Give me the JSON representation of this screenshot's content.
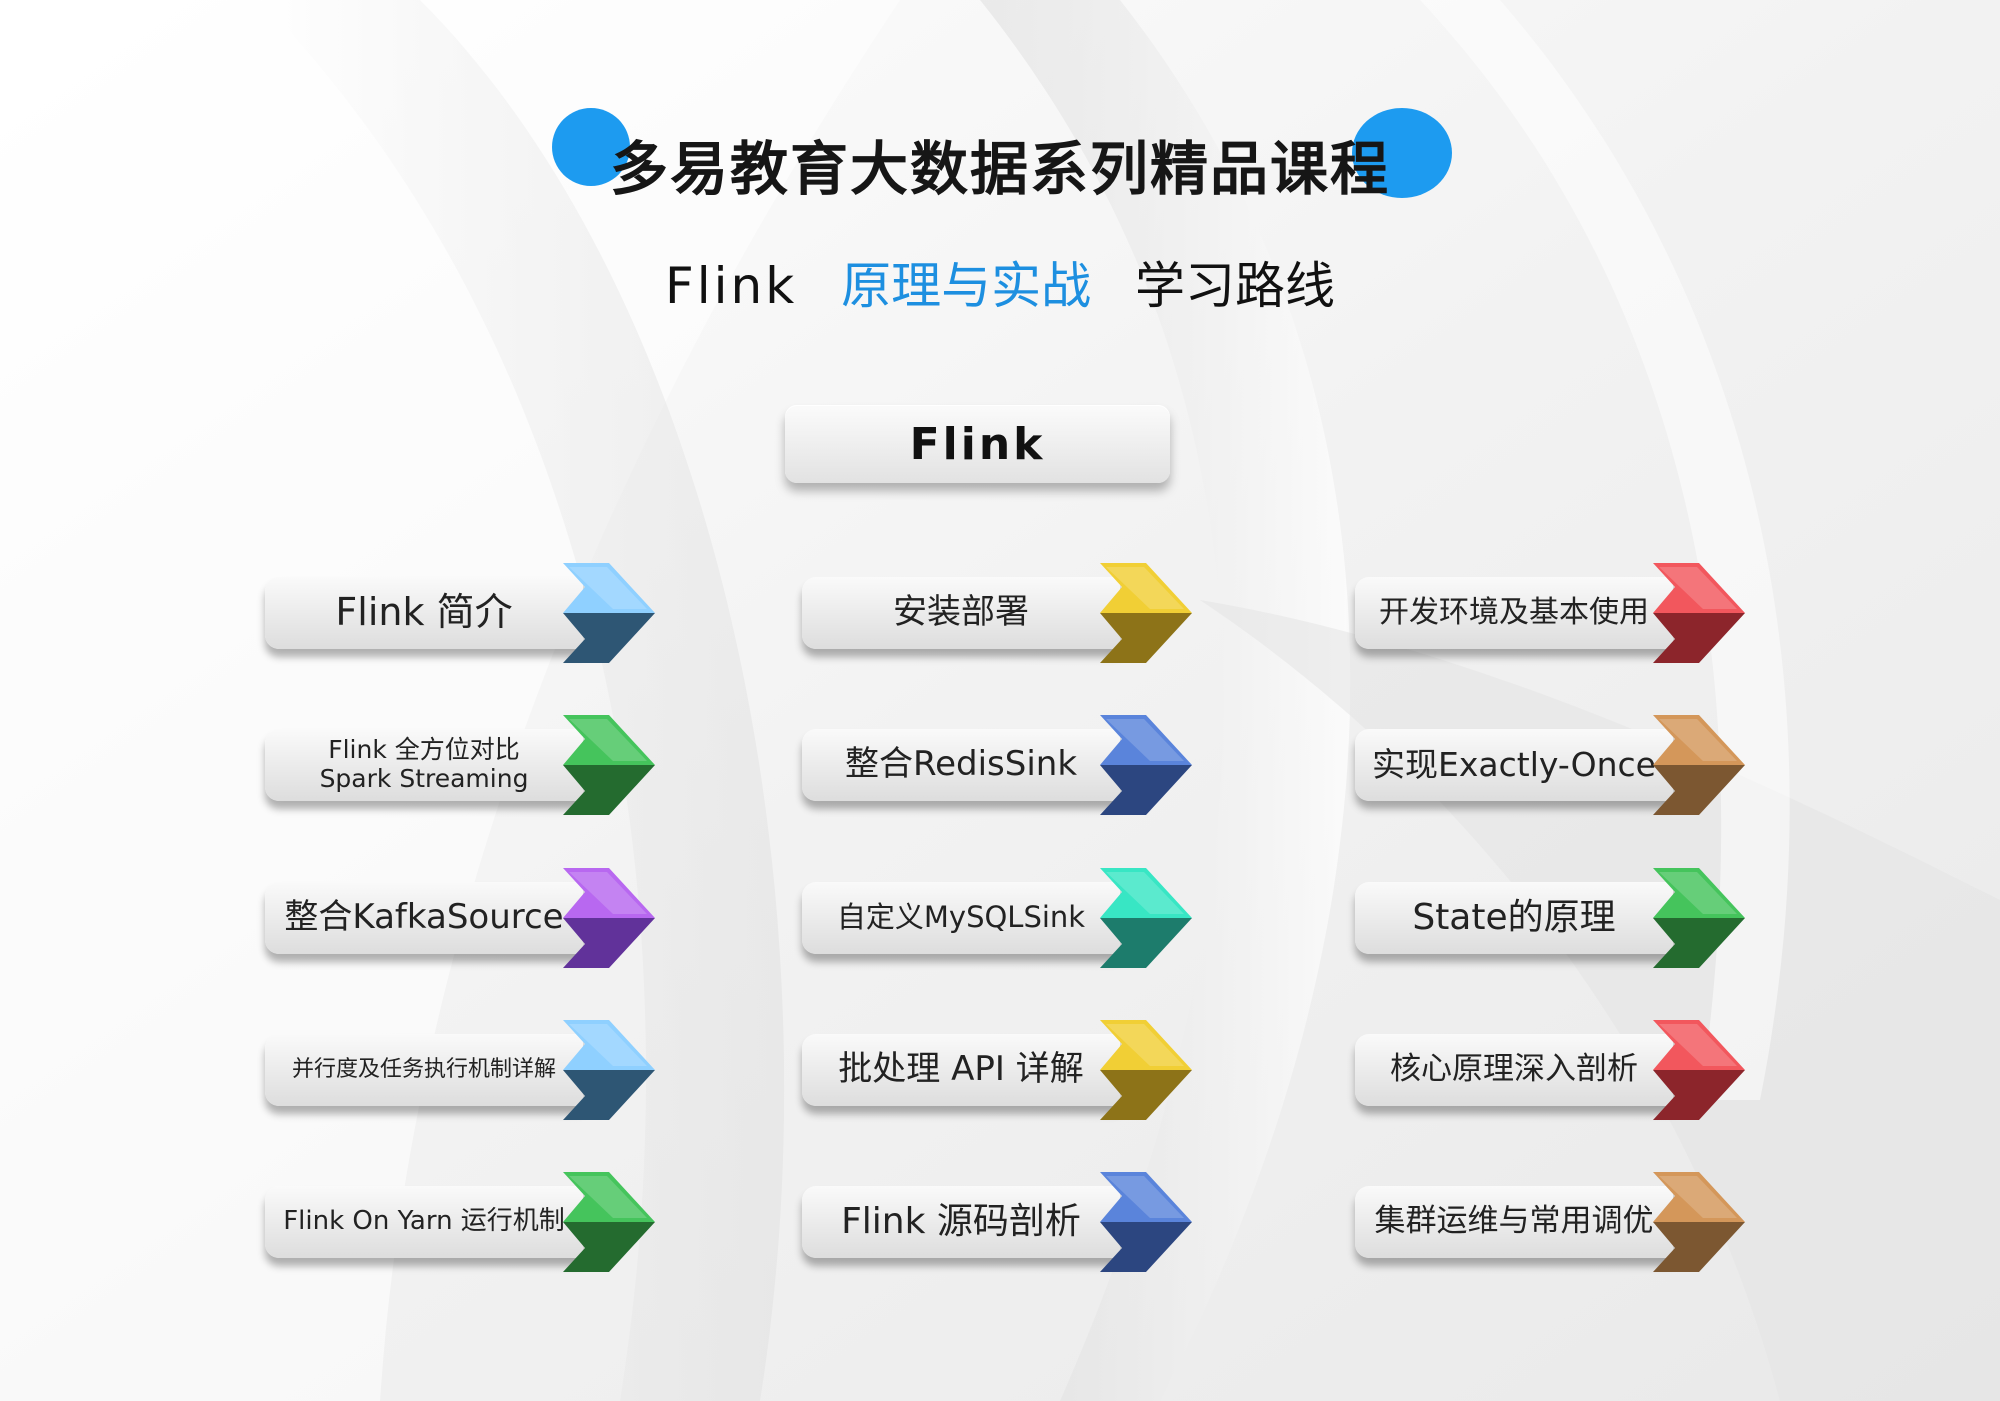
{
  "title": "多易教育大数据系列精品课程",
  "subtitle": {
    "part1": "Flink",
    "part2": "原理与实战",
    "part3": "学习路线"
  },
  "root_label": "Flink",
  "accent": "#1d9bf0",
  "nodes": [
    {
      "label": "Flink 简介",
      "color": "blue",
      "font_size": 38
    },
    {
      "label": "Flink 全方位对比\nSpark Streaming",
      "color": "green",
      "font_size": 25
    },
    {
      "label": "整合KafkaSource",
      "color": "purple",
      "font_size": 34
    },
    {
      "label": "并行度及任务执行机制详解",
      "color": "blue",
      "font_size": 22
    },
    {
      "label": "Flink On Yarn 运行机制",
      "color": "green",
      "font_size": 26
    },
    {
      "label": "安装部署",
      "color": "yellow",
      "font_size": 34
    },
    {
      "label": "整合RedisSink",
      "color": "navy",
      "font_size": 34
    },
    {
      "label": "自定义MySQLSink",
      "color": "teal",
      "font_size": 29
    },
    {
      "label": "批处理 API 详解",
      "color": "yellow",
      "font_size": 34
    },
    {
      "label": "Flink 源码剖析",
      "color": "navy",
      "font_size": 36
    },
    {
      "label": "开发环境及基本使用",
      "color": "red",
      "font_size": 30
    },
    {
      "label": "实现Exactly-Once",
      "color": "brown",
      "font_size": 33
    },
    {
      "label": "State的原理",
      "color": "green",
      "font_size": 36
    },
    {
      "label": "核心原理深入剖析",
      "color": "red",
      "font_size": 31
    },
    {
      "label": "集群运维与常用调优",
      "color": "brown",
      "font_size": 31
    }
  ],
  "colors": {
    "blue": {
      "top": "#8fd0ff",
      "bottom": "#2e5674"
    },
    "green": {
      "top": "#45c45c",
      "bottom": "#246b2f"
    },
    "purple": {
      "top": "#b868f0",
      "bottom": "#61329a"
    },
    "yellow": {
      "top": "#f1cf35",
      "bottom": "#8d7318"
    },
    "navy": {
      "top": "#5a84db",
      "bottom": "#2c4680"
    },
    "teal": {
      "top": "#38e6c4",
      "bottom": "#1d7c6c"
    },
    "red": {
      "top": "#f2575d",
      "bottom": "#8c252b"
    },
    "brown": {
      "top": "#d4975a",
      "bottom": "#7c5731"
    }
  }
}
